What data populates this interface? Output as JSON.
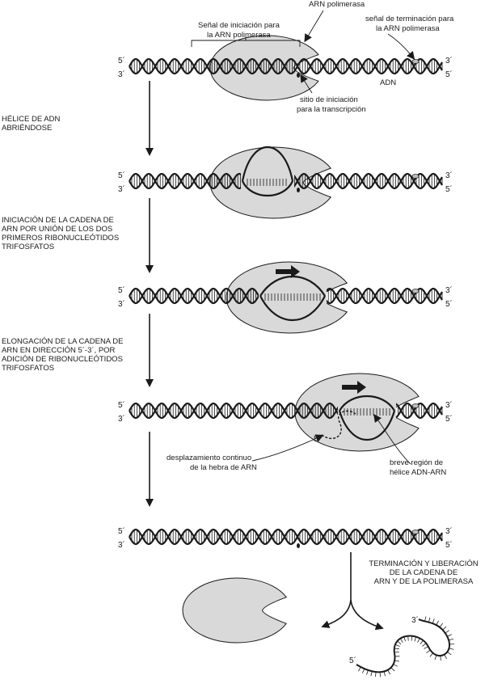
{
  "labels": {
    "rna_polymerase": "ARN polimerasa",
    "initiation_signal_l1": "Señal de iniciación para",
    "initiation_signal_l2": "la ARN polimerasa",
    "termination_signal_l1": "señal de terminación para",
    "termination_signal_l2": "la ARN polimerasa",
    "dna": "ADN",
    "start_site_l1": "sitio de iniciación",
    "start_site_l2": "para la transcripción",
    "displacement_l1": "desplazamiento continuo",
    "displacement_l2": "de la hebra de ARN",
    "hybrid_l1": "breve región de",
    "hybrid_l2": "hélice ADN-ARN",
    "end5": "5´",
    "end3": "3´"
  },
  "steps": {
    "s1": [
      "HÉLICE DE ADN",
      "ABRIÉNDOSE"
    ],
    "s2": [
      "INICIACIÓN DE LA CADENA DE",
      "ARN POR  UNIÓN DE LOS DOS",
      "PRIMEROS RIBONUCLEÓTIDOS",
      "TRIFOSFATOS"
    ],
    "s3": [
      "ELONGACIÓN DE LA CADENA DE",
      "ARN EN DIRECCIÓN 5´-3´, POR",
      "ADICIÓN DE RIBONUCLEÓTIDOS",
      "TRIFOSFATOS"
    ],
    "s4": [
      "TERMINACIÓN Y LIBERACIÓN",
      "DE LA CADENA DE",
      "ARN Y DE LA POLIMERASA"
    ]
  },
  "colors": {
    "polymerase_fill": "#d9d9d9",
    "strand": "#1a1a1a"
  }
}
